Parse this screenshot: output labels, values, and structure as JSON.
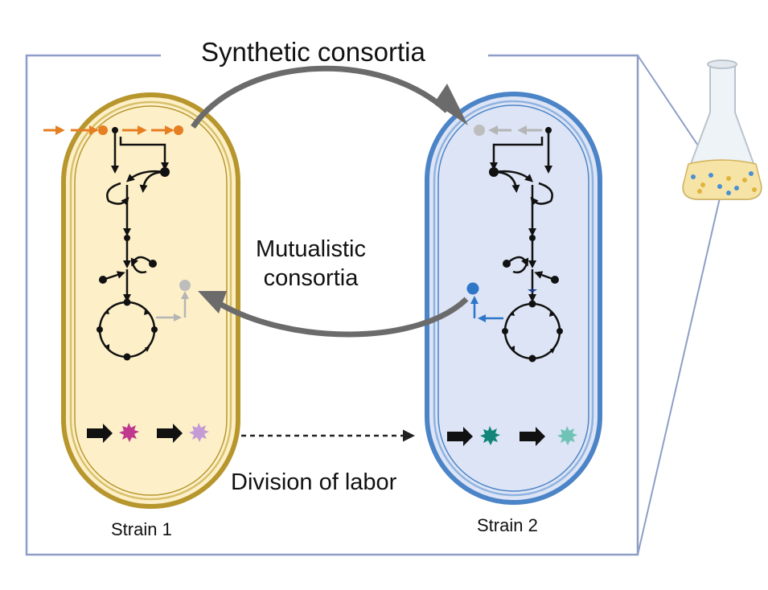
{
  "labels": {
    "title": "Synthetic consortia",
    "mutualistic_line1": "Mutualistic",
    "mutualistic_line2": "consortia",
    "division": "Division of labor",
    "strain1": "Strain 1",
    "strain2": "Strain 2"
  },
  "colors": {
    "frame": "#8e9ec7",
    "strain1_fill": "#fdf0c8",
    "strain1_border": "#b8962e",
    "strain2_fill": "#dce4f5",
    "strain2_border": "#4c84c8",
    "orange": "#e67e22",
    "gray_arrow": "#6b6b6b",
    "light_gray": "#bdbdbd",
    "blue": "#2e76c8",
    "magenta": "#c0398f",
    "lavender": "#c49bd4",
    "teal_dark": "#12867a",
    "teal_light": "#6fc2b6"
  },
  "icons": [
    "flask-icon",
    "product-star-icon",
    "arrow-icon"
  ]
}
